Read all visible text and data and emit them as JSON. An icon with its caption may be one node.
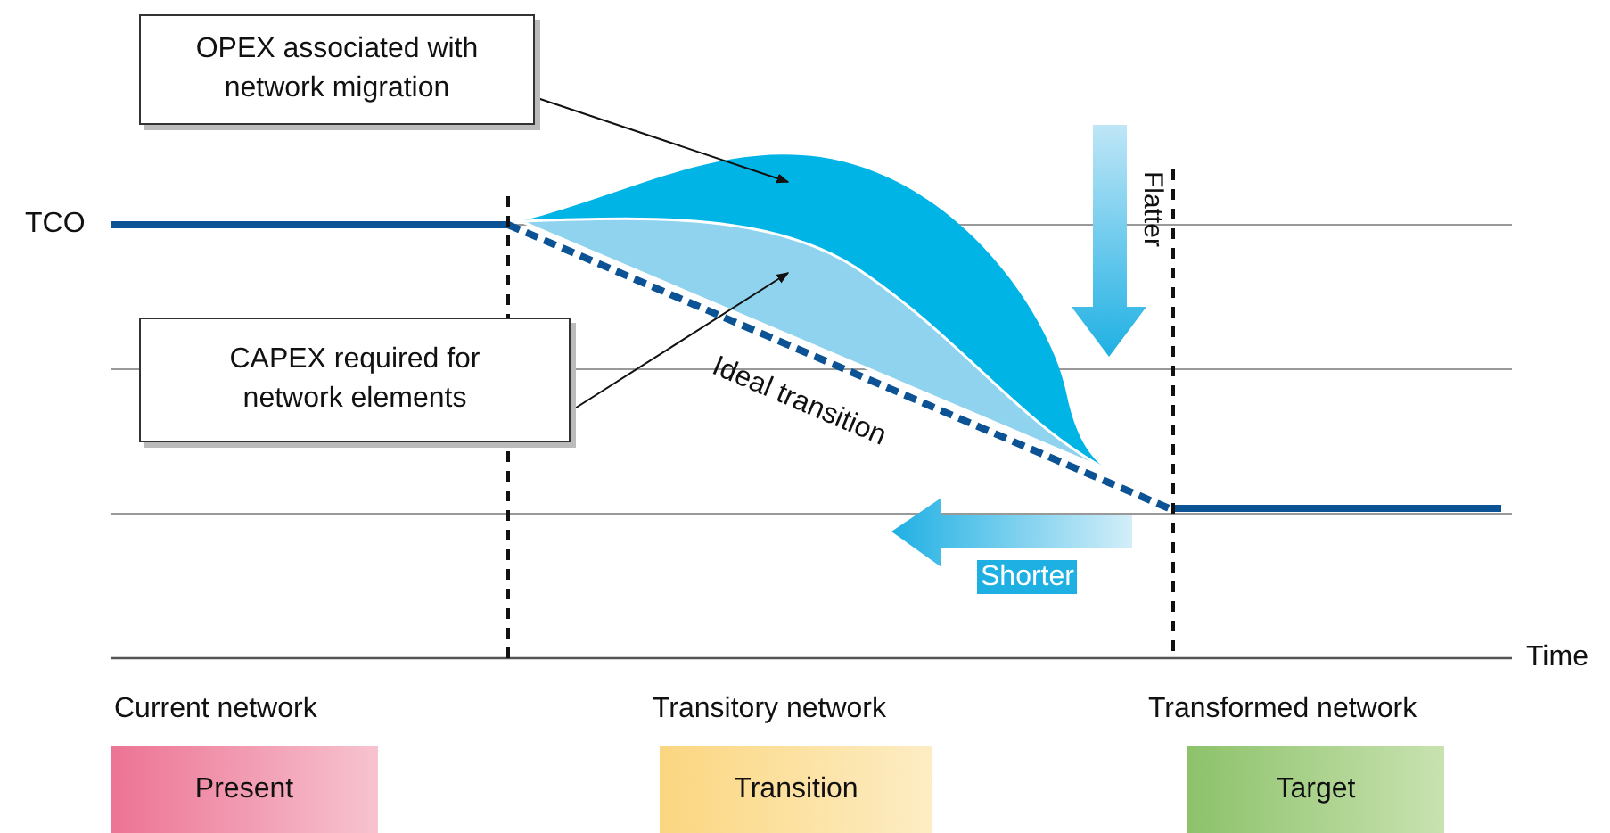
{
  "diagram": {
    "nodes": [
      {
        "text": [
          "OPEX associated with network migration"
        ]
      },
      {
        "text": [],
        "shape": "area"
      },
      {
        "text": [
          "CAPEX required for network elements"
        ]
      },
      {
        "text": [],
        "shape": "area",
        "in": 1
      },
      {
        "text": [
          "Present"
        ],
        "beside": [
          "Current network"
        ]
      },
      {
        "text": [
          "Transition"
        ],
        "beside": [
          "Transitory network"
        ]
      },
      {
        "text": [
          "Target"
        ],
        "beside": [
          "Transformed network"
        ]
      }
    ],
    "edges": [
      {
        "from": 0,
        "to": 1,
        "arrow": "to"
      },
      {
        "from": 2,
        "to": 3,
        "arrow": "to"
      }
    ],
    "labels": [
      "TCO",
      "Flatter",
      "Ideal transition",
      "Shorter",
      "Time"
    ]
  }
}
